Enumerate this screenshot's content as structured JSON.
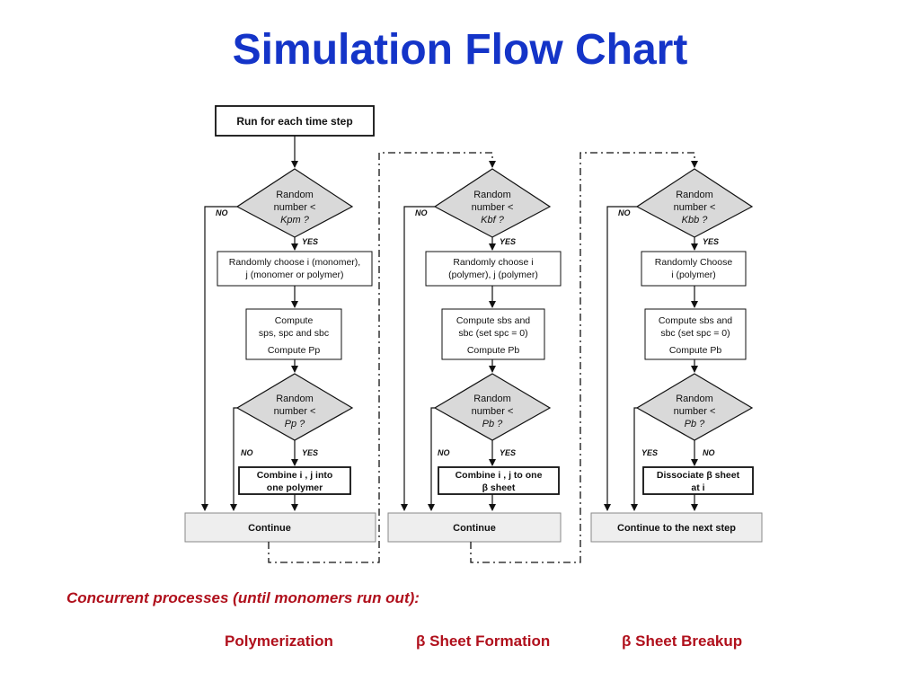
{
  "title": "Simulation Flow Chart",
  "start_box": "Run for each time step",
  "columns": [
    {
      "decision1": [
        "Random",
        "number <",
        "Kpm ?"
      ],
      "yes1": "YES",
      "no1": "NO",
      "step1": [
        "Randomly choose i (monomer),",
        "j (monomer or polymer)"
      ],
      "step2": [
        "Compute",
        "sps, spc and sbc",
        "Compute Pp"
      ],
      "decision2": [
        "Random",
        "number <",
        "Pp ?"
      ],
      "left_branch2": "NO",
      "right_branch2": "YES",
      "action": [
        "Combine i , j  into",
        "one polymer"
      ],
      "continue": "Continue"
    },
    {
      "decision1": [
        "Random",
        "number <",
        "Kbf ?"
      ],
      "yes1": "YES",
      "no1": "NO",
      "step1": [
        "Randomly choose i",
        "(polymer), j  (polymer)"
      ],
      "step2": [
        "Compute sbs and",
        "sbc (set spc = 0)",
        "Compute Pb"
      ],
      "decision2": [
        "Random",
        "number <",
        "Pb ?"
      ],
      "left_branch2": "NO",
      "right_branch2": "YES",
      "action": [
        "Combine i , j  to one",
        "β sheet"
      ],
      "continue": "Continue"
    },
    {
      "decision1": [
        "Random",
        "number <",
        "Kbb ?"
      ],
      "yes1": "YES",
      "no1": "NO",
      "step1": [
        "Randomly Choose",
        "i (polymer)"
      ],
      "step2": [
        "Compute sbs and",
        "sbc (set spc = 0)",
        "Compute Pb"
      ],
      "decision2": [
        "Random",
        "number <",
        "Pb ?"
      ],
      "left_branch2": "YES",
      "right_branch2": "NO",
      "action": [
        "Dissociate β sheet",
        "at i"
      ],
      "continue": "Continue to the next step"
    }
  ],
  "concurrent_label": "Concurrent processes (until monomers run out):",
  "process_labels": [
    "Polymerization",
    "β Sheet Formation",
    "β Sheet Breakup"
  ],
  "colors": {
    "title": "#1434c8",
    "caption": "#b0101c",
    "diamond_fill": "#d9d9d9",
    "continue_fill": "#eeeeee"
  }
}
